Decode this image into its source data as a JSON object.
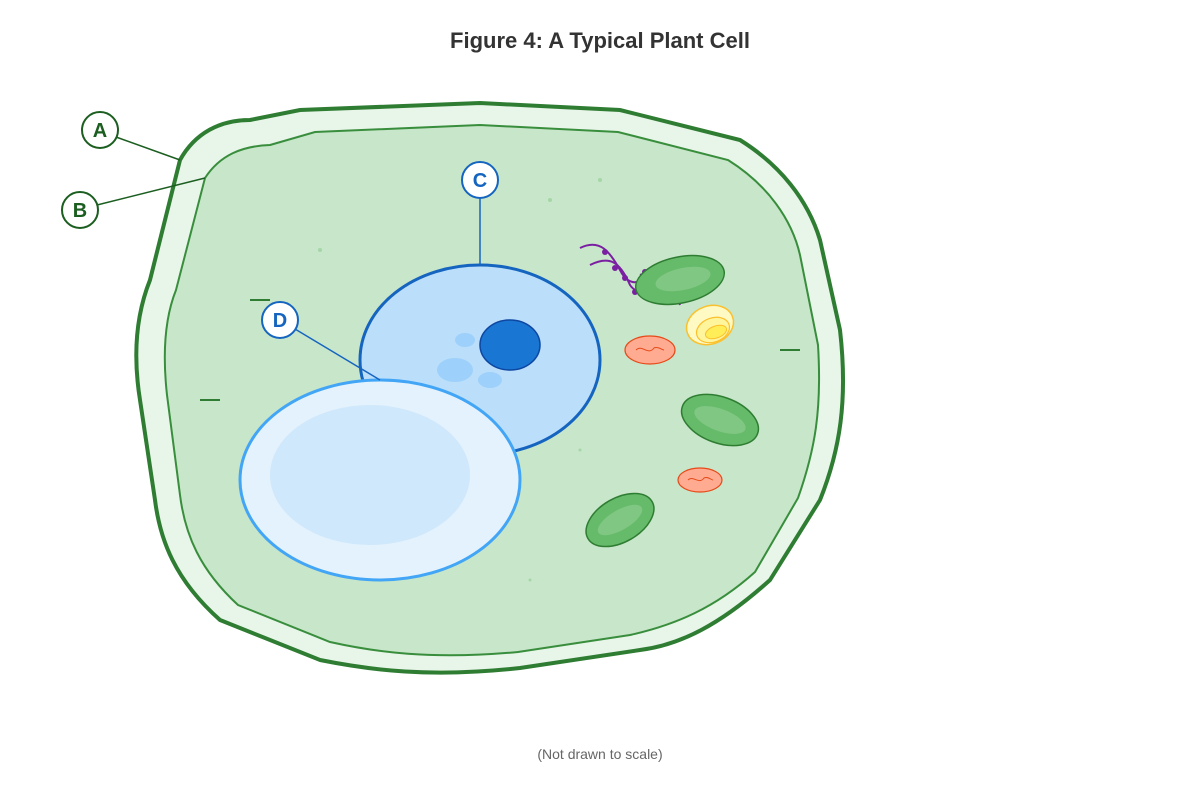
{
  "figure": {
    "title": "Figure 4: A Typical Plant Cell",
    "note": "(Not drawn to scale)"
  },
  "labels": [
    {
      "id": "A",
      "text": "A",
      "color": "#1b5e20"
    },
    {
      "id": "B",
      "text": "B",
      "color": "#1b5e20"
    },
    {
      "id": "C",
      "text": "C",
      "color": "#1565c0"
    },
    {
      "id": "D",
      "text": "D",
      "color": "#1565c0"
    }
  ],
  "colors": {
    "cell_wall_stroke": "#2e7d32",
    "cell_wall_fill": "#e8f5e9",
    "cytoplasm_fill": "#c8e6c9",
    "membrane_stroke": "#388e3c",
    "nucleus_fill": "#bbdefb",
    "nucleus_stroke": "#1565c0",
    "nucleolus_fill": "#1976d2",
    "vacuole_fill": "#e3f2fd",
    "vacuole_stroke": "#42a5f5",
    "chloroplast_fill": "#66bb6a",
    "chloroplast_stroke": "#2e7d32",
    "mitochondrion_fill": "#ffab91",
    "mitochondrion_stroke": "#e64a19",
    "golgi_fill": "#fff59d",
    "golgi_stroke": "#fbc02d",
    "er_stroke": "#7b1fa2"
  }
}
